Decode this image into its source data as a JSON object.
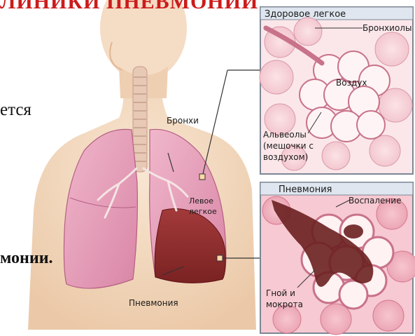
{
  "slide": {
    "heading": "ЛИНИКИ ПНЕВМОНИИ",
    "fragment_left_1": "ется",
    "fragment_left_2": "монии."
  },
  "diagram": {
    "labels": {
      "bronchi": "Бронхи",
      "left_lung_line1": "Левое",
      "left_lung_line2": "легкое",
      "pneumonia_main": "Пневмония"
    },
    "healthy_panel": {
      "title": "Здоровое легкое",
      "bronchioles": "Бронхиолы",
      "air": "Воздух",
      "alveoli_line1": "Альвеолы",
      "alveoli_line2": "(мешочки с",
      "alveoli_line3": "воздухом)"
    },
    "pneumonia_panel": {
      "title": "Пневмония",
      "inflammation": "Воспаление",
      "pus_line1": "Гной и",
      "pus_line2": "мокрота"
    }
  },
  "colors": {
    "heading_red": "#cc1b1b",
    "lung_pink": "#e9a3bd",
    "inflamed_lung": "#8e2b2b",
    "panel_border": "#7d8794",
    "panel_title_bg": "#dfe6ef",
    "skin": "#f3d8be"
  }
}
